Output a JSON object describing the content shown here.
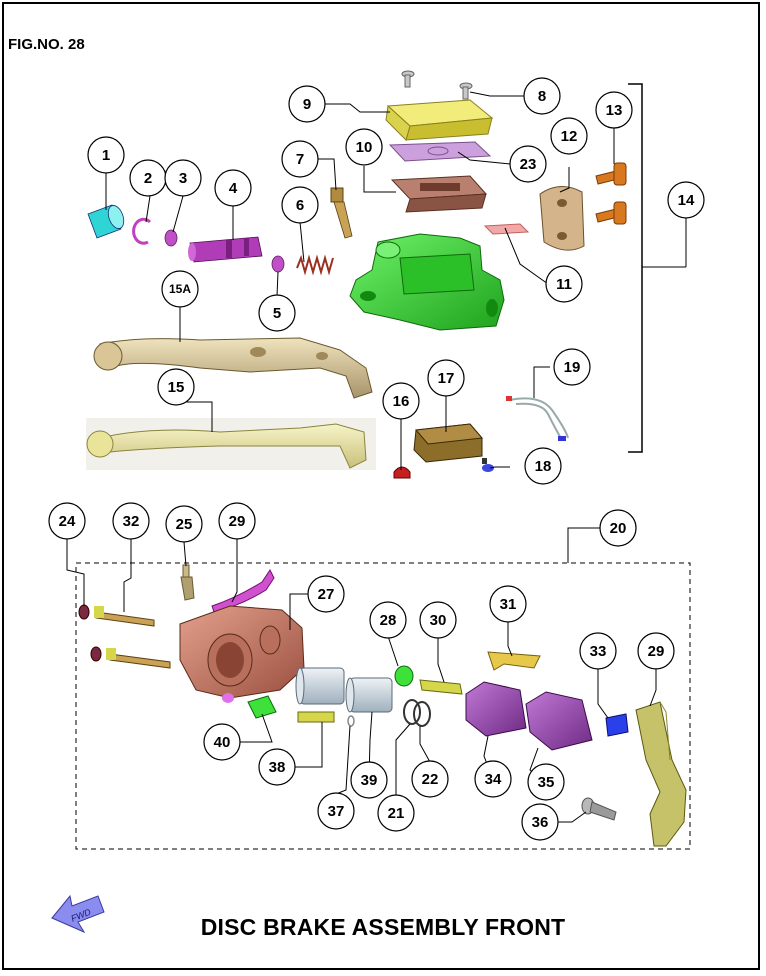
{
  "figure_no": "FIG.NO. 28",
  "title": "DISC BRAKE ASSEMBLY FRONT",
  "fwd_label": "FWD",
  "callouts": {
    "c1": "1",
    "c2": "2",
    "c3": "3",
    "c4": "4",
    "c5": "5",
    "c6": "6",
    "c7": "7",
    "c8": "8",
    "c9": "9",
    "c10": "10",
    "c11": "11",
    "c12": "12",
    "c13": "13",
    "c14": "14",
    "c15": "15",
    "c15a": "15A",
    "c16": "16",
    "c17": "17",
    "c18": "18",
    "c19": "19",
    "c20": "20",
    "c21": "21",
    "c22": "22",
    "c23": "23",
    "c24": "24",
    "c25": "25",
    "c27": "27",
    "c28": "28",
    "c29a": "29",
    "c29b": "29",
    "c30": "30",
    "c31": "31",
    "c32": "32",
    "c33": "33",
    "c34": "34",
    "c35": "35",
    "c36": "36",
    "c37": "37",
    "c38": "38",
    "c39": "39",
    "c40": "40"
  },
  "colors": {
    "master_cylinder": "#3ee03a",
    "lever": "#d7c79a",
    "lever_15": "#e9e497",
    "cap": "#e6df5a",
    "diaphragm": "#cba0dc",
    "plate": "#b98070",
    "caliper": "#c9806d",
    "pads": "#a050b8",
    "bracket": "#c6c26a",
    "bolt_orange": "#d9791f",
    "clamp": "#d4b48a",
    "switch": "#8d6d2a",
    "cyan_part": "#2fd4d4",
    "magenta_part": "#d050d0"
  }
}
